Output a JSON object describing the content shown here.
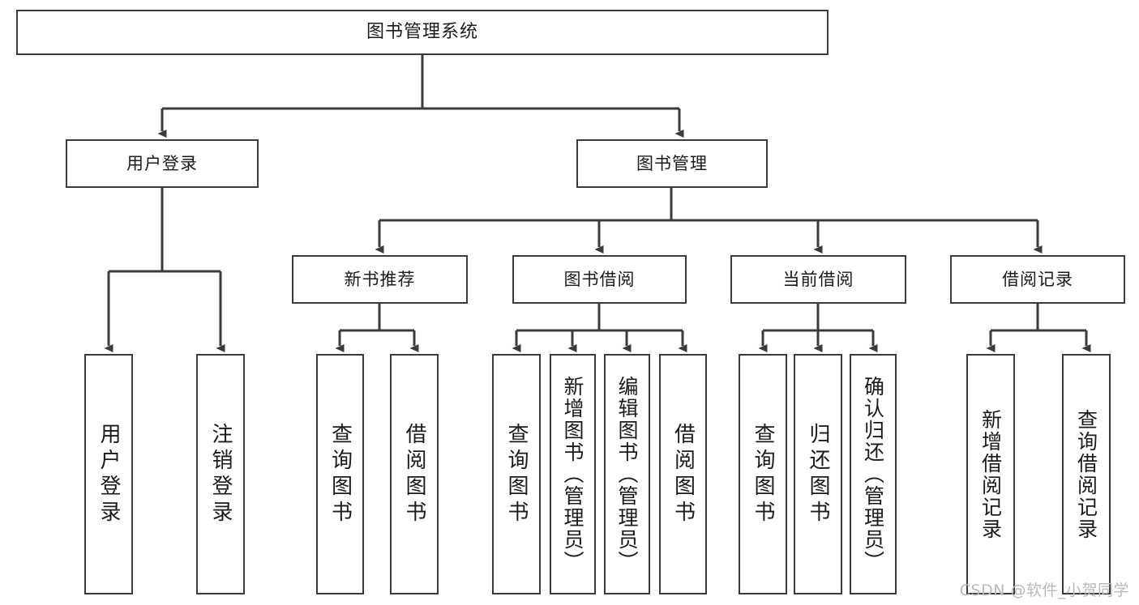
{
  "diagram": {
    "title": "图书管理系统",
    "type": "tree",
    "root": {
      "label": "图书管理系统"
    },
    "level2": [
      {
        "label": "用户登录"
      },
      {
        "label": "图书管理"
      }
    ],
    "level3": [
      {
        "label": "新书推荐"
      },
      {
        "label": "图书借阅"
      },
      {
        "label": "当前借阅"
      },
      {
        "label": "借阅记录"
      }
    ],
    "leaves": {
      "user_login": [
        {
          "label": "用户登录"
        },
        {
          "label": "注销登录"
        }
      ],
      "new_book_recommend": [
        {
          "label": "查询图书"
        },
        {
          "label": "借阅图书"
        }
      ],
      "book_borrow": [
        {
          "label": "查询图书"
        },
        {
          "label": "新增图书（管理员）"
        },
        {
          "label": "编辑图书（管理员）"
        },
        {
          "label": "借阅图书"
        }
      ],
      "current_borrow": [
        {
          "label": "查询图书"
        },
        {
          "label": "归还图书"
        },
        {
          "label": "确认归还（管理员）"
        }
      ],
      "borrow_record": [
        {
          "label": "新增借阅记录"
        },
        {
          "label": "查询借阅记录"
        }
      ]
    }
  },
  "watermark": {
    "text": "CSDN @软件_小贺同学"
  },
  "colors": {
    "box_border": "#3b3b3b",
    "box_fill": "#ffffff",
    "connector": "#3b3b3b",
    "text": "#1b1b1b",
    "watermark": "#b9b9b9",
    "background": "#ffffff"
  }
}
